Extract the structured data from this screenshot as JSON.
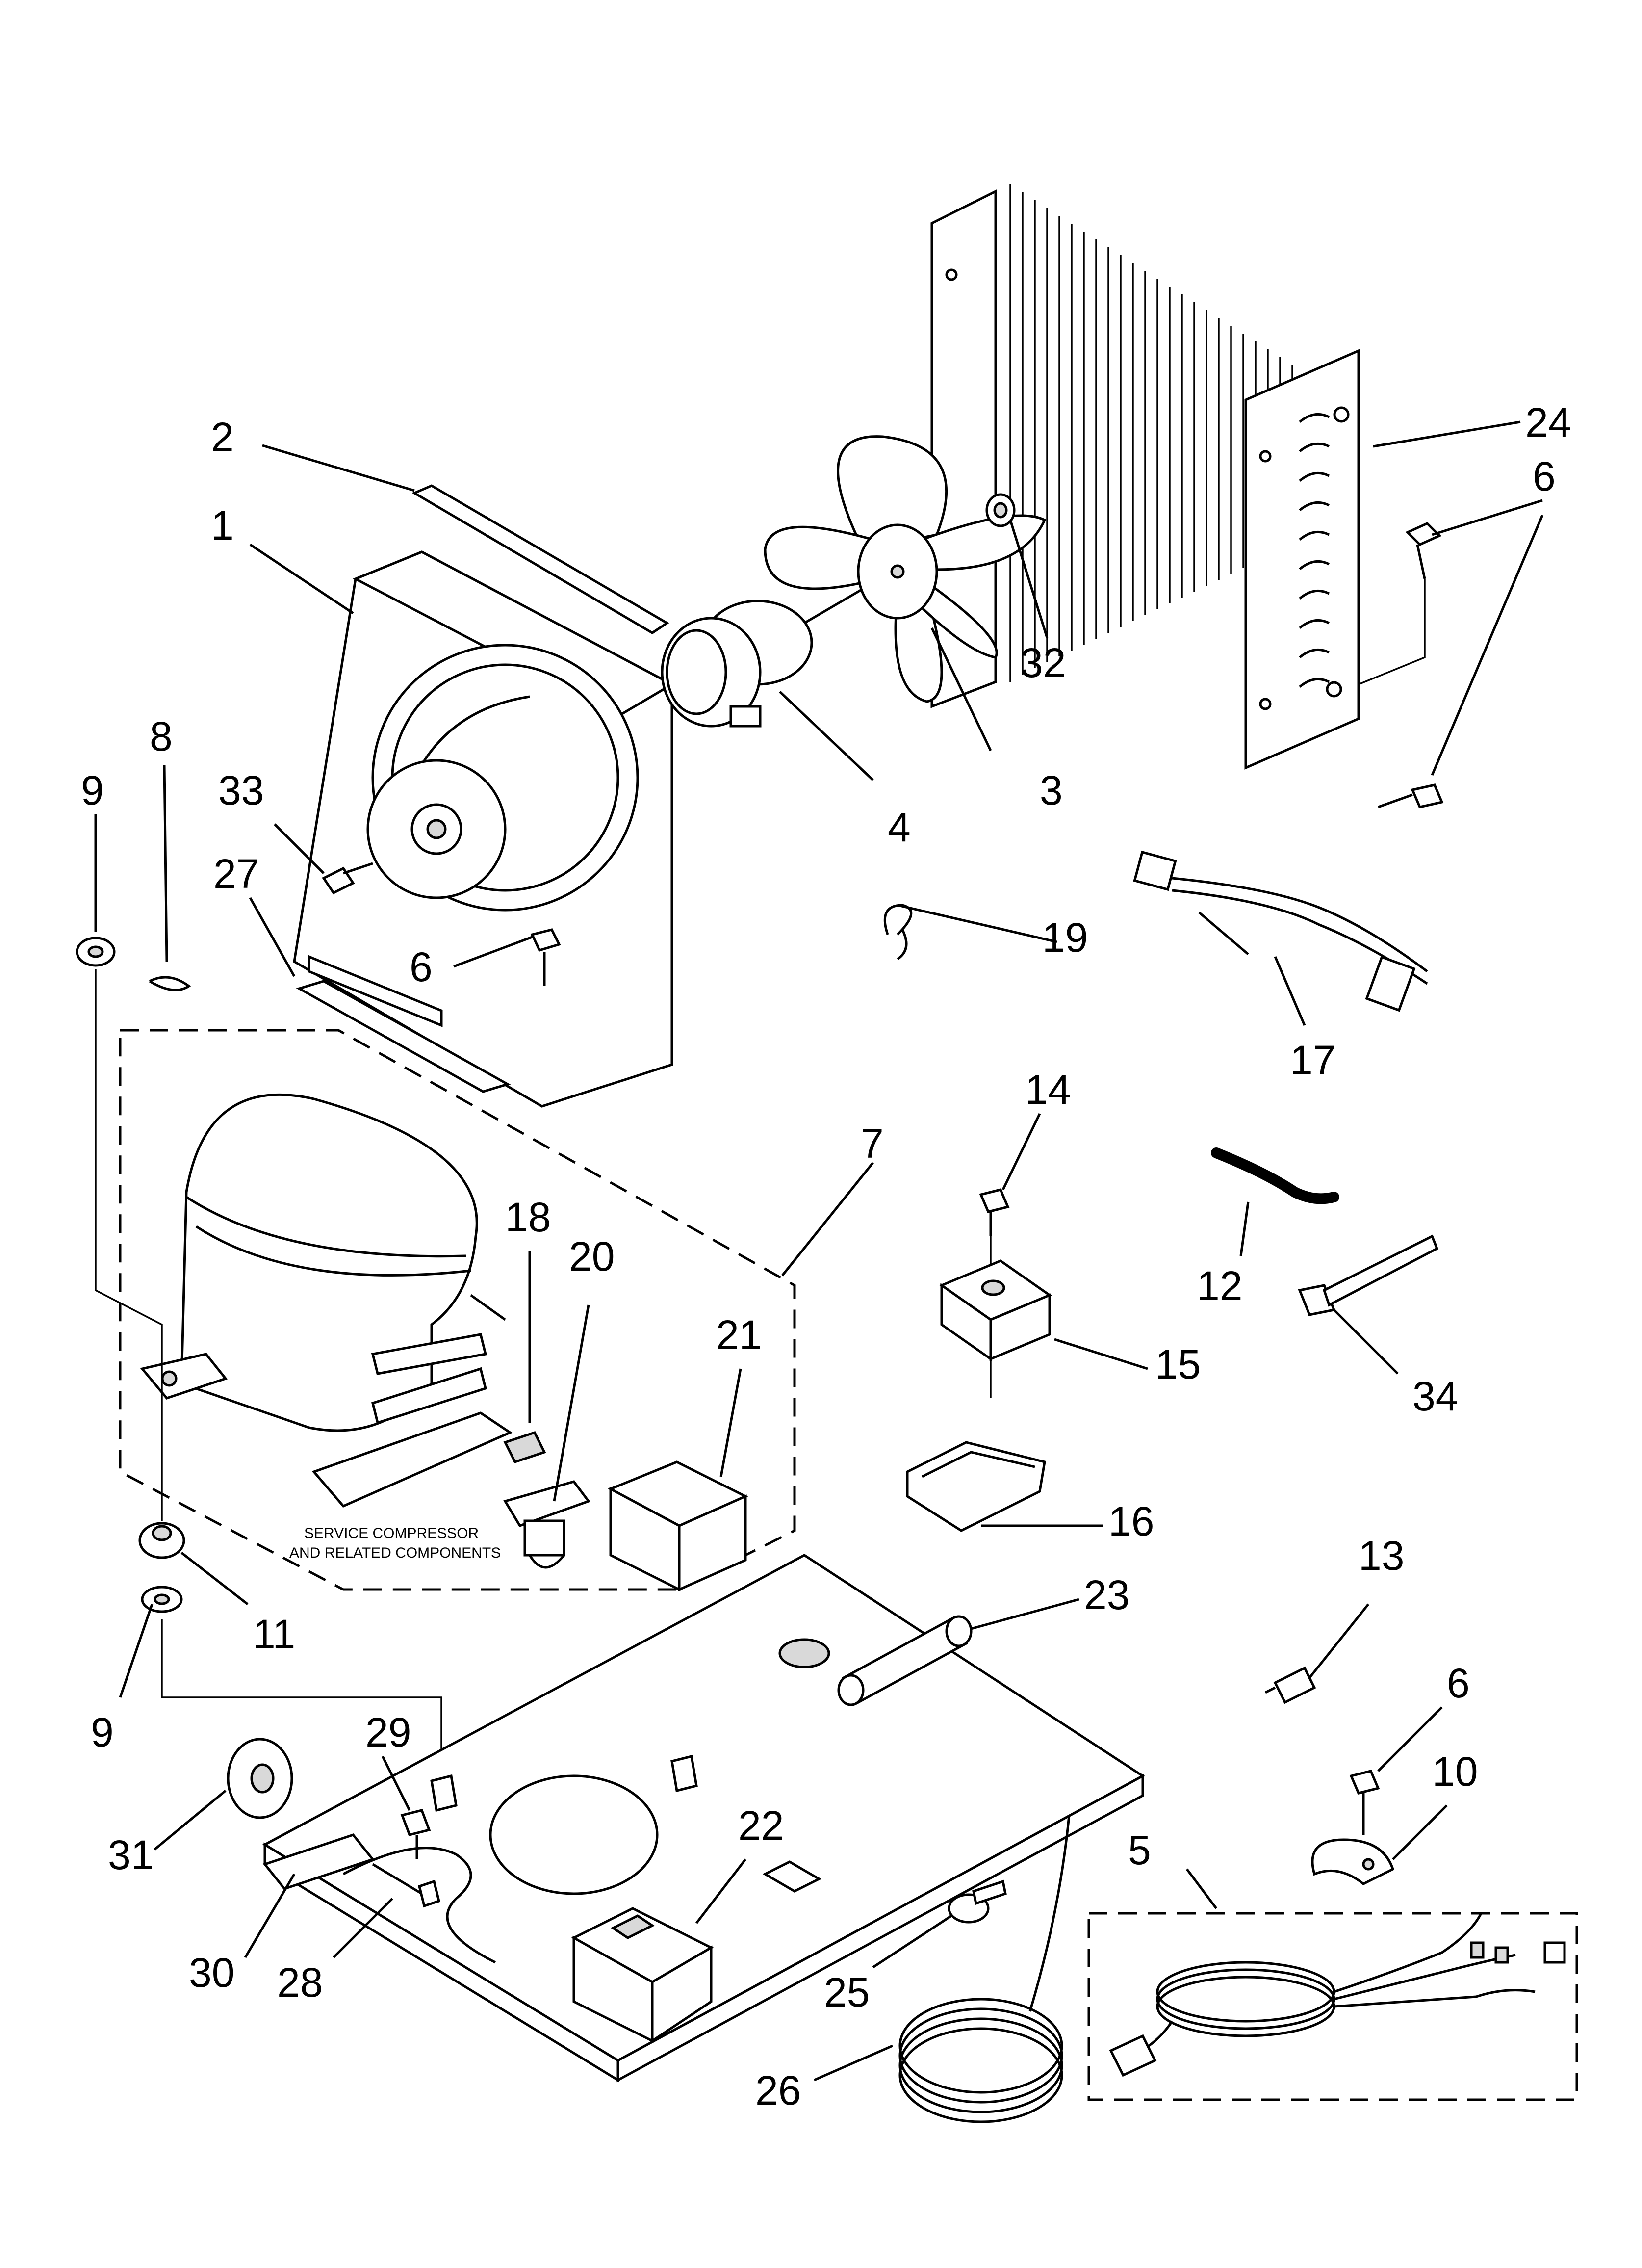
{
  "callouts": {
    "c1": "1",
    "c2": "2",
    "c3": "3",
    "c4": "4",
    "c5": "5",
    "c6a": "6",
    "c6b": "6",
    "c6c": "6",
    "c7": "7",
    "c8": "8",
    "c9a": "9",
    "c9b": "9",
    "c10": "10",
    "c11": "11",
    "c12": "12",
    "c13": "13",
    "c14": "14",
    "c15": "15",
    "c16": "16",
    "c17": "17",
    "c18": "18",
    "c19": "19",
    "c20": "20",
    "c21": "21",
    "c22": "22",
    "c23": "23",
    "c24": "24",
    "c25": "25",
    "c26": "26",
    "c27": "27",
    "c28": "28",
    "c29": "29",
    "c30": "30",
    "c31": "31",
    "c32": "32",
    "c33": "33",
    "c34": "34"
  },
  "service_note": {
    "line1": "SERVICE COMPRESSOR",
    "line2": "AND RELATED COMPONENTS"
  }
}
